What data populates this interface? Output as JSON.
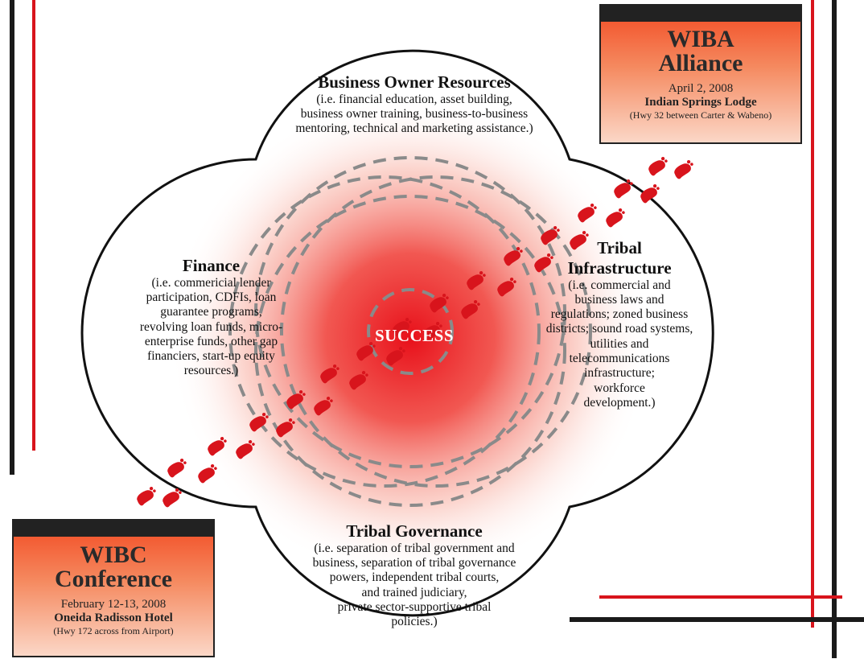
{
  "colors": {
    "accent_red": "#d8141c",
    "frame_black": "#1a1a1a",
    "dash_gray": "#8a8a8a"
  },
  "diagram": {
    "center_label": "SUCCESS",
    "petals": {
      "top": {
        "title": "Business Owner Resources",
        "lines": [
          "(i.e. financial education, asset building,",
          "business owner training, business-to-business",
          "mentoring, technical and marketing assistance.)"
        ]
      },
      "left": {
        "title": "Finance",
        "lines": [
          "(i.e. commericial lender",
          "participation, CDFIs, loan",
          "guarantee programs,",
          "revolving loan funds, micro-",
          "enterprise funds, other gap",
          "financiers, start-up equity",
          "resources.)"
        ]
      },
      "right": {
        "title_lines": [
          "Tribal",
          "Infrastructure"
        ],
        "lines": [
          "(i.e. commercial and",
          "business laws and",
          "regulations; zoned business",
          "districts; sound road systems,",
          "utilities and",
          "telecommunications",
          "infrastructure;",
          "workforce",
          "development.)"
        ]
      },
      "bottom": {
        "title": "Tribal Governance",
        "lines": [
          "(i.e. separation of tribal government and",
          "business, separation of tribal governance",
          "powers, independent tribal courts,",
          "and trained judiciary,",
          "private sector-supportive tribal",
          "policies.)"
        ]
      }
    },
    "footprints_icon": "red-footprints"
  },
  "events": {
    "wiba": {
      "name_line1": "WIBA",
      "name_line2": "Alliance",
      "date": "April 2, 2008",
      "venue": "Indian Springs Lodge",
      "note": "(Hwy 32 between Carter & Wabeno)"
    },
    "wibc": {
      "name_line1": "WIBC",
      "name_line2": "Conference",
      "date": "February 12-13, 2008",
      "venue": "Oneida Radisson Hotel",
      "note": "(Hwy 172 across from Airport)"
    }
  }
}
